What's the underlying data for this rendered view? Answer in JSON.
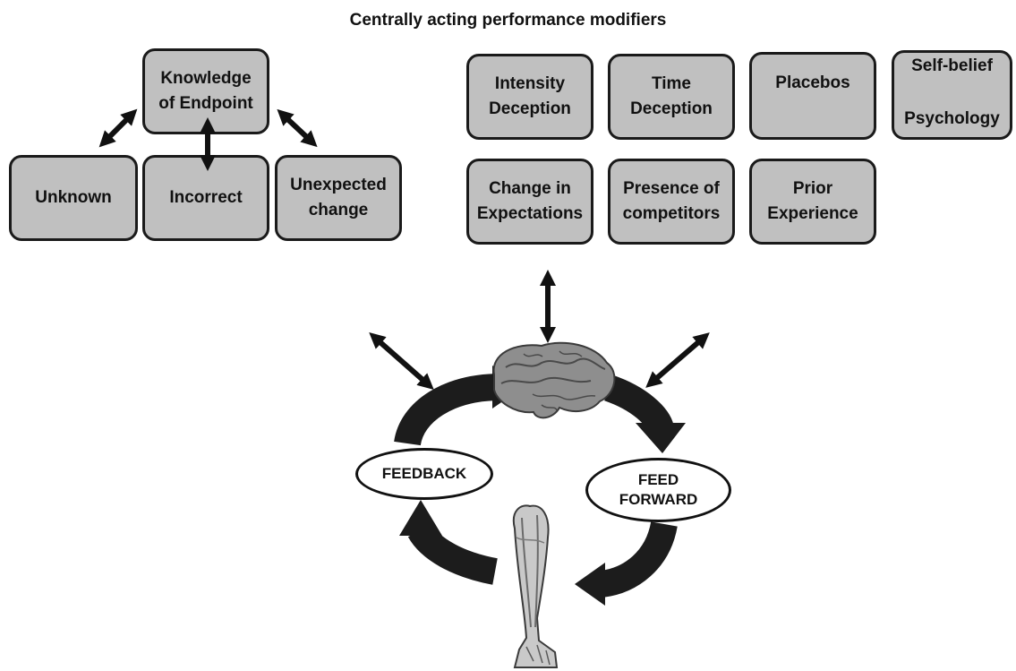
{
  "title": "Centrally acting performance modifiers",
  "endpoint": {
    "header": "Knowledge\nof Endpoint",
    "children": [
      "Unknown",
      "Incorrect",
      "Unexpected\nchange"
    ]
  },
  "modifiers": {
    "row1": [
      "Intensity\nDeception",
      "Time\nDeception",
      "Placebos"
    ],
    "self_belief": "Self-belief",
    "psychology": "Psychology",
    "row2": [
      "Change in\nExpectations",
      "Presence of\ncompetitors",
      "Prior\nExperience"
    ]
  },
  "loop": {
    "feedback": "FEEDBACK",
    "feed_forward": "FEED\nFORWARD"
  },
  "icons": {
    "brain": "brain-icon",
    "leg": "leg-muscle-icon"
  },
  "colors": {
    "box_fill": "#c0c0c0",
    "border": "#1a1a1a",
    "arrow": "#111111"
  }
}
